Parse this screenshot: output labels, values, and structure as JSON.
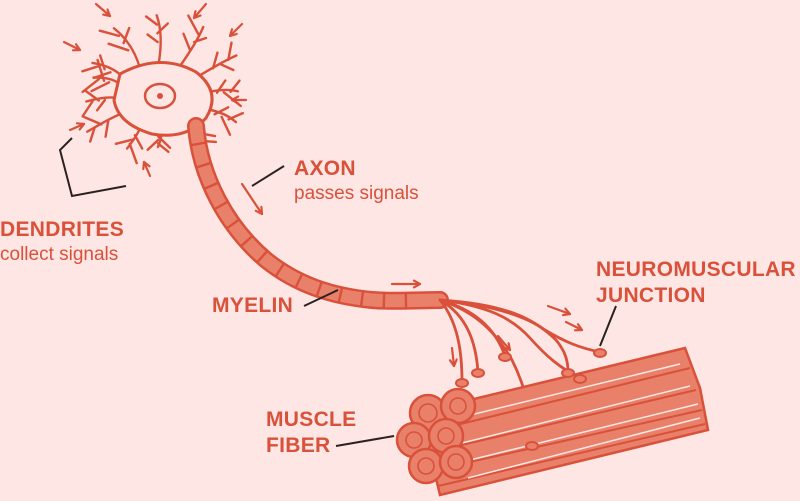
{
  "colors": {
    "background": "#fde6e3",
    "ink": "#d9513a",
    "fill": "#e9806a",
    "label_line": "#2a2220"
  },
  "labels": {
    "axon": {
      "title": "AXON",
      "subtitle": "passes signals"
    },
    "dendrites": {
      "title": "DENDRITES",
      "subtitle": "collect signals"
    },
    "myelin": {
      "title": "MYELIN"
    },
    "junction": {
      "line1": "NEUROMUSCULAR",
      "line2": "JUNCTION"
    },
    "muscle": {
      "line1": "MUSCLE",
      "line2": "FIBER"
    }
  },
  "icons": [
    "neuron-cell-body",
    "dendrite-branches",
    "myelin-sheath",
    "motor-end-plate",
    "muscle-fiber-bundle",
    "signal-arrow"
  ]
}
